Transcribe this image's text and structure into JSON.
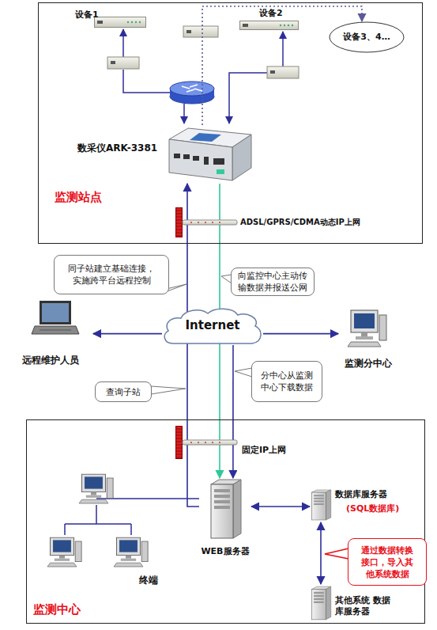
{
  "diagram": {
    "nodes": [
      {
        "text": [
          "监测站点"
        ]
      },
      {
        "text": [
          "设备1"
        ],
        "in": 0
      },
      {
        "text": [
          "设备2"
        ],
        "in": 0
      },
      {
        "text": [
          "设备3、4…"
        ],
        "in": 0
      },
      {
        "text": [
          "数采仪ARK-3381"
        ],
        "in": 0
      },
      {
        "text": [
          "ADSL/GPRS/CDMA动态IP上网"
        ],
        "in": 0
      },
      {
        "text": [
          "同子站建立基础连接，实施跨平台远程控制"
        ]
      },
      {
        "text": [
          "向监控中心主动传输数据并报送公网"
        ]
      },
      {
        "text": [
          "Internet"
        ]
      },
      {
        "text": [
          "远程维护人员"
        ]
      },
      {
        "text": [
          "监测分中心"
        ]
      },
      {
        "text": [
          "查询子站"
        ]
      },
      {
        "text": [
          "分中心从监测中心下载数据"
        ]
      },
      {
        "text": [
          "监测中心"
        ]
      },
      {
        "text": [
          "固定IP上网"
        ],
        "in": 13
      },
      {
        "text": [
          "WEB服务器"
        ],
        "in": 13
      },
      {
        "text": [
          "数据库服务器",
          "(SQL数据库)"
        ],
        "in": 13
      },
      {
        "text": [
          "通过数据转换接口，导入其他系统数据"
        ],
        "in": 13
      },
      {
        "text": [
          "其他系统 数据库服务器"
        ],
        "in": 13
      },
      {
        "text": [
          "终端"
        ],
        "in": 13
      }
    ],
    "edges": [
      {
        "from": 4,
        "to": 3,
        "arrow": "to"
      },
      {
        "from": 15,
        "to": 4,
        "arrow": "to"
      },
      {
        "from": 4,
        "to": 15,
        "arrow": "to"
      },
      {
        "from": 8,
        "to": 9,
        "arrow": "to"
      },
      {
        "from": 8,
        "to": 10,
        "arrow": "to"
      },
      {
        "from": 8,
        "to": 15,
        "arrow": "to"
      },
      {
        "from": 15,
        "to": 16,
        "arrow": "both"
      },
      {
        "from": 16,
        "to": 18,
        "arrow": "both"
      },
      {
        "from": 15,
        "to": 19,
        "arrow": "none"
      }
    ]
  }
}
